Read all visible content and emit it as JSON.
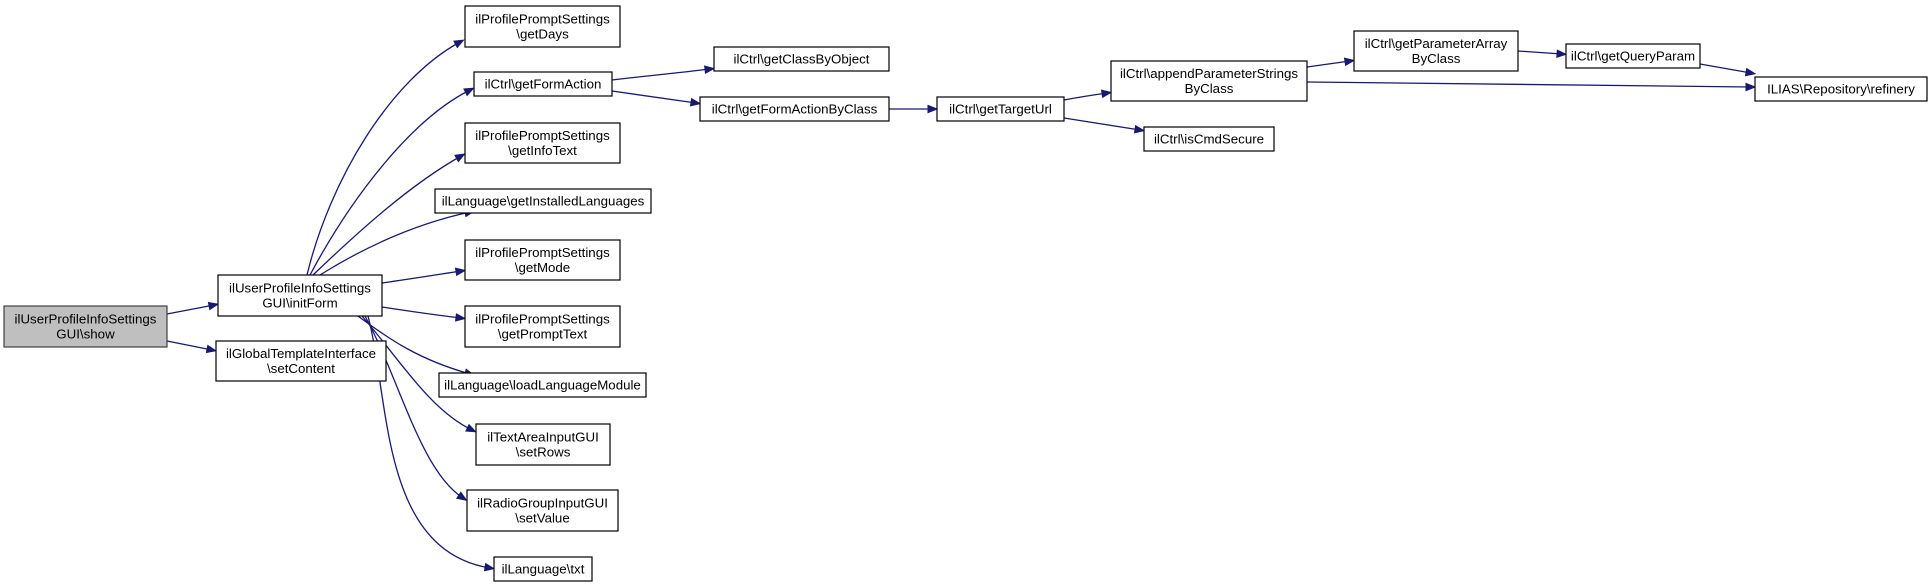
{
  "diagram": {
    "colors": {
      "edge": "#191970",
      "node_border": "#000000",
      "root_fill": "#bfbfbf",
      "node_fill": "#ffffff"
    },
    "nodes": {
      "show": [
        "ilUserProfileInfoSettings",
        "GUI\\show"
      ],
      "initForm": [
        "ilUserProfileInfoSettings",
        "GUI\\initForm"
      ],
      "setContent": [
        "ilGlobalTemplateInterface",
        "\\setContent"
      ],
      "getDays": [
        "ilProfilePromptSettings",
        "\\getDays"
      ],
      "getFormAction": [
        "ilCtrl\\getFormAction"
      ],
      "getInfoText": [
        "ilProfilePromptSettings",
        "\\getInfoText"
      ],
      "getInstalledLanguages": [
        "ilLanguage\\getInstalledLanguages"
      ],
      "getMode": [
        "ilProfilePromptSettings",
        "\\getMode"
      ],
      "getPromptText": [
        "ilProfilePromptSettings",
        "\\getPromptText"
      ],
      "loadLanguageModule": [
        "ilLanguage\\loadLanguageModule"
      ],
      "setRows": [
        "ilTextAreaInputGUI",
        "\\setRows"
      ],
      "setValue": [
        "ilRadioGroupInputGUI",
        "\\setValue"
      ],
      "txt": [
        "ilLanguage\\txt"
      ],
      "getClassByObject": [
        "ilCtrl\\getClassByObject"
      ],
      "getFormActionByClass": [
        "ilCtrl\\getFormActionByClass"
      ],
      "getTargetUrl": [
        "ilCtrl\\getTargetUrl"
      ],
      "appendParameterStrings": [
        "ilCtrl\\appendParameterStrings",
        "ByClass"
      ],
      "isCmdSecure": [
        "ilCtrl\\isCmdSecure"
      ],
      "getParameterArray": [
        "ilCtrl\\getParameterArray",
        "ByClass"
      ],
      "getQueryParam": [
        "ilCtrl\\getQueryParam"
      ],
      "refinery": [
        "ILIAS\\Repository\\refinery"
      ]
    },
    "edges": [
      [
        "show",
        "initForm"
      ],
      [
        "show",
        "setContent"
      ],
      [
        "initForm",
        "getDays"
      ],
      [
        "initForm",
        "getFormAction"
      ],
      [
        "initForm",
        "getInfoText"
      ],
      [
        "initForm",
        "getInstalledLanguages"
      ],
      [
        "initForm",
        "getMode"
      ],
      [
        "initForm",
        "getPromptText"
      ],
      [
        "initForm",
        "loadLanguageModule"
      ],
      [
        "initForm",
        "setRows"
      ],
      [
        "initForm",
        "setValue"
      ],
      [
        "initForm",
        "txt"
      ],
      [
        "getFormAction",
        "getClassByObject"
      ],
      [
        "getFormAction",
        "getFormActionByClass"
      ],
      [
        "getFormActionByClass",
        "getTargetUrl"
      ],
      [
        "getTargetUrl",
        "appendParameterStrings"
      ],
      [
        "getTargetUrl",
        "isCmdSecure"
      ],
      [
        "appendParameterStrings",
        "getParameterArray"
      ],
      [
        "appendParameterStrings",
        "refinery"
      ],
      [
        "getParameterArray",
        "getQueryParam"
      ],
      [
        "getQueryParam",
        "refinery"
      ]
    ]
  }
}
